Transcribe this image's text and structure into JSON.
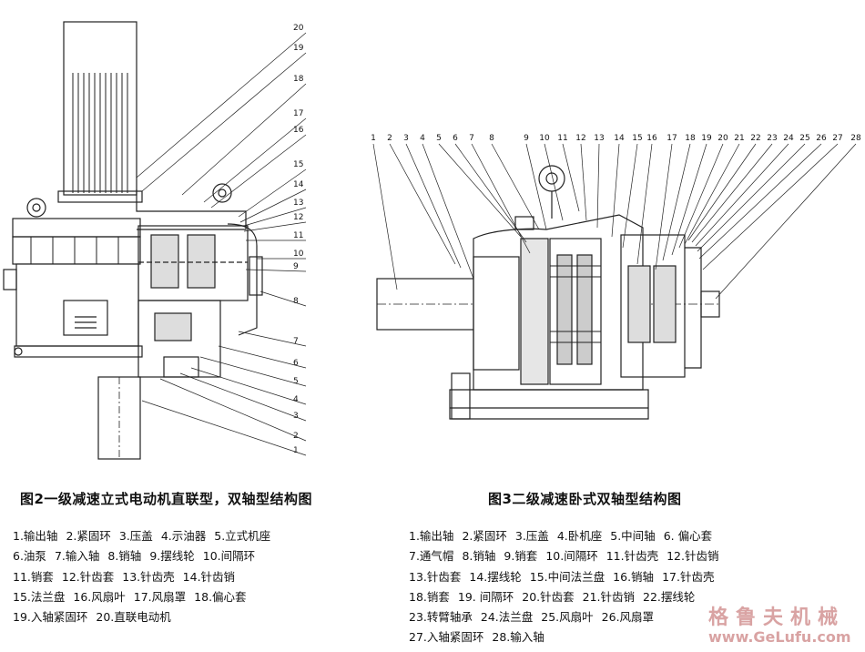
{
  "figure_left": {
    "caption": "图2一级减速立式电动机直联型，双轴型结构图",
    "callouts": [
      "20",
      "19",
      "18",
      "17",
      "16",
      "15",
      "14",
      "13",
      "12",
      "11",
      "10",
      "9",
      "8",
      "7",
      "6",
      "5",
      "4",
      "3",
      "2",
      "1"
    ],
    "legend_rows": [
      [
        "1.输出轴",
        "2.紧固环",
        "3.压盖",
        "4.示油器",
        "5.立式机座"
      ],
      [
        "6.油泵",
        "7.输入轴",
        "8.销轴",
        "9.摆线轮",
        "10.间隔环"
      ],
      [
        "11.销套",
        "12.针齿套",
        "13.针齿壳",
        "14.针齿销"
      ],
      [
        "15.法兰盘",
        "16.风扇叶",
        "17.风扇罩",
        "18.偏心套"
      ],
      [
        "19.入轴紧固环",
        "20.直联电动机"
      ]
    ]
  },
  "figure_right": {
    "caption": "图3二级减速卧式双轴型结构图",
    "callouts": [
      "1",
      "2",
      "3",
      "4",
      "5",
      "6",
      "7",
      "8",
      "9",
      "10",
      "11",
      "12",
      "13",
      "14",
      "15",
      "16",
      "17",
      "18",
      "19",
      "20",
      "21",
      "22",
      "23",
      "24",
      "25",
      "26",
      "27",
      "28"
    ],
    "legend_rows": [
      [
        "1.输出轴",
        "2.紧固环",
        "3.压盖",
        "4.卧机座",
        "5.中间轴",
        "6. 偏心套"
      ],
      [
        "7.通气帽",
        "8.销轴",
        "9.销套",
        "10.间隔环",
        "11.针齿壳",
        "12.针齿销"
      ],
      [
        "13.针齿套",
        "14.摆线轮",
        "15.中间法兰盘",
        "16.销轴",
        "17.针齿壳"
      ],
      [
        "18.销套",
        "19. 间隔环",
        "20.针齿套",
        "21.针齿销",
        "22.摆线轮"
      ],
      [
        "23.转臂轴承",
        "24.法兰盘",
        "25.风扇叶",
        "26.风扇罩"
      ],
      [
        "27.入轴紧固环",
        "28.输入轴"
      ]
    ]
  },
  "watermark": {
    "name": "格鲁夫机械",
    "url": "www.GeLufu.com"
  }
}
